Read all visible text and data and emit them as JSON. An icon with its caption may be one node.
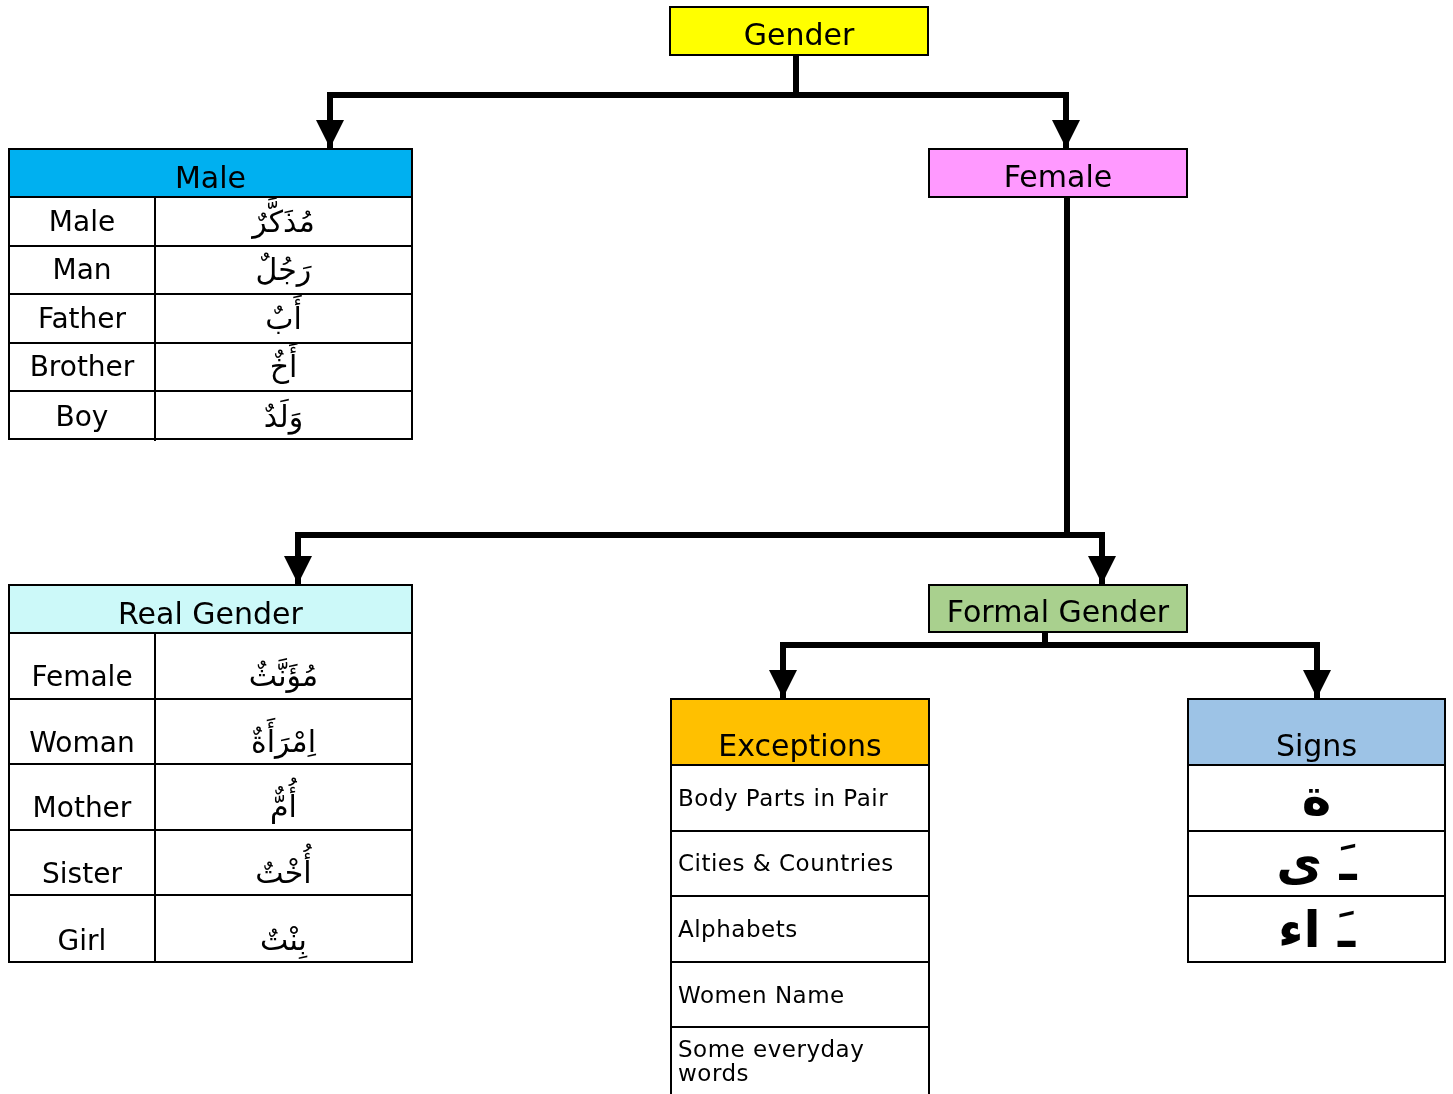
{
  "diagram": {
    "nodes": [
      {
        "text": [
          "Gender"
        ]
      },
      {
        "text": [
          "Male"
        ]
      },
      {
        "text": [
          "Male"
        ],
        "in": 1
      },
      {
        "text": [
          "مُذَكَّرٌ"
        ],
        "in": 1
      },
      {
        "text": [
          "Man"
        ],
        "in": 1
      },
      {
        "text": [
          "رَجُلٌ"
        ],
        "in": 1
      },
      {
        "text": [
          "Father"
        ],
        "in": 1
      },
      {
        "text": [
          "أَبٌ"
        ],
        "in": 1
      },
      {
        "text": [
          "Brother"
        ],
        "in": 1
      },
      {
        "text": [
          "أَخٌ"
        ],
        "in": 1
      },
      {
        "text": [
          "Boy"
        ],
        "in": 1
      },
      {
        "text": [
          "وَلَدٌ"
        ],
        "in": 1
      },
      {
        "text": [
          "Female"
        ]
      },
      {
        "text": [
          "Real Gender"
        ]
      },
      {
        "text": [
          "Female"
        ],
        "in": 13
      },
      {
        "text": [
          "مُؤَنَّثٌ"
        ],
        "in": 13
      },
      {
        "text": [
          "Woman"
        ],
        "in": 13
      },
      {
        "text": [
          "اِمْرَأَةٌ"
        ],
        "in": 13
      },
      {
        "text": [
          "Mother"
        ],
        "in": 13
      },
      {
        "text": [
          "أُمٌّ"
        ],
        "in": 13
      },
      {
        "text": [
          "Sister"
        ],
        "in": 13
      },
      {
        "text": [
          "أُخْتٌ"
        ],
        "in": 13
      },
      {
        "text": [
          "Girl"
        ],
        "in": 13
      },
      {
        "text": [
          "بِنْتٌ"
        ],
        "in": 13
      },
      {
        "text": [
          "Formal Gender"
        ]
      },
      {
        "text": [
          "Exceptions"
        ]
      },
      {
        "text": [
          "Body Parts in Pair"
        ],
        "in": 25
      },
      {
        "text": [
          "Cities & Countries"
        ],
        "in": 25
      },
      {
        "text": [
          "Alphabets"
        ],
        "in": 25
      },
      {
        "text": [
          "Women Name"
        ],
        "in": 25
      },
      {
        "text": [
          "Some everyday words"
        ],
        "in": 25
      },
      {
        "text": [
          "Signs"
        ]
      },
      {
        "text": [
          "ة"
        ],
        "in": 31
      },
      {
        "text": [
          "ـَ ى"
        ],
        "in": 31
      },
      {
        "text": [
          "ـَ اء"
        ],
        "in": 31
      }
    ],
    "edges": [
      {
        "from": 0,
        "to": 1,
        "arrow": "to"
      },
      {
        "from": 0,
        "to": 12,
        "arrow": "to"
      },
      {
        "from": 12,
        "to": 13,
        "arrow": "to"
      },
      {
        "from": 12,
        "to": 24,
        "arrow": "to"
      },
      {
        "from": 24,
        "to": 25,
        "arrow": "to"
      },
      {
        "from": 24,
        "to": 31,
        "arrow": "to"
      }
    ]
  }
}
